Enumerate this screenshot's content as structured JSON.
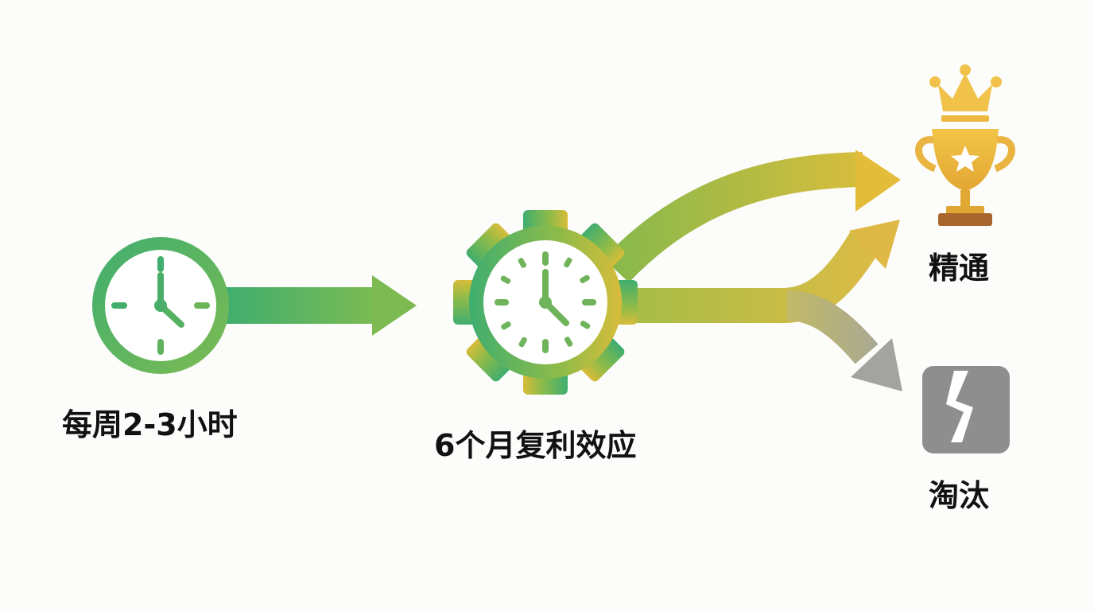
{
  "nodes": {
    "weekly": {
      "label": "每周2-3小时",
      "icon": "clock-icon"
    },
    "compound": {
      "label": "6个月复利效应",
      "icon": "gear-clock-icon"
    },
    "mastery": {
      "label": "精通",
      "icon": "trophy-crown-icon"
    },
    "eliminated": {
      "label": "淘汰",
      "icon": "broken-tile-icon"
    }
  },
  "colors": {
    "green": "#3fae6f",
    "light_green": "#7dbb52",
    "yellow_green": "#c6c03e",
    "gold": "#e6b93a",
    "gray": "#a3a39f",
    "dark_gray": "#8e8e8e",
    "text": "#111111"
  }
}
